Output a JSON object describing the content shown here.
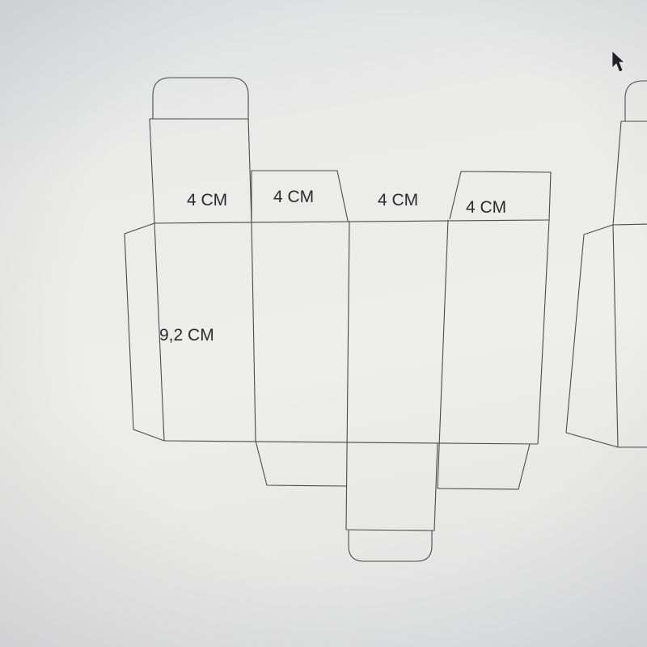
{
  "labels": {
    "top_flap_1": "4 CM",
    "top_flap_2": "4 CM",
    "top_flap_3": "4 CM",
    "top_flap_4": "4 CM",
    "panel_height": "9,2 CM"
  },
  "colors": {
    "background": "#ecebea",
    "line": "#4a4a4e",
    "text": "#2b2b30"
  },
  "cursor": {
    "icon": "mouse-pointer-icon"
  }
}
